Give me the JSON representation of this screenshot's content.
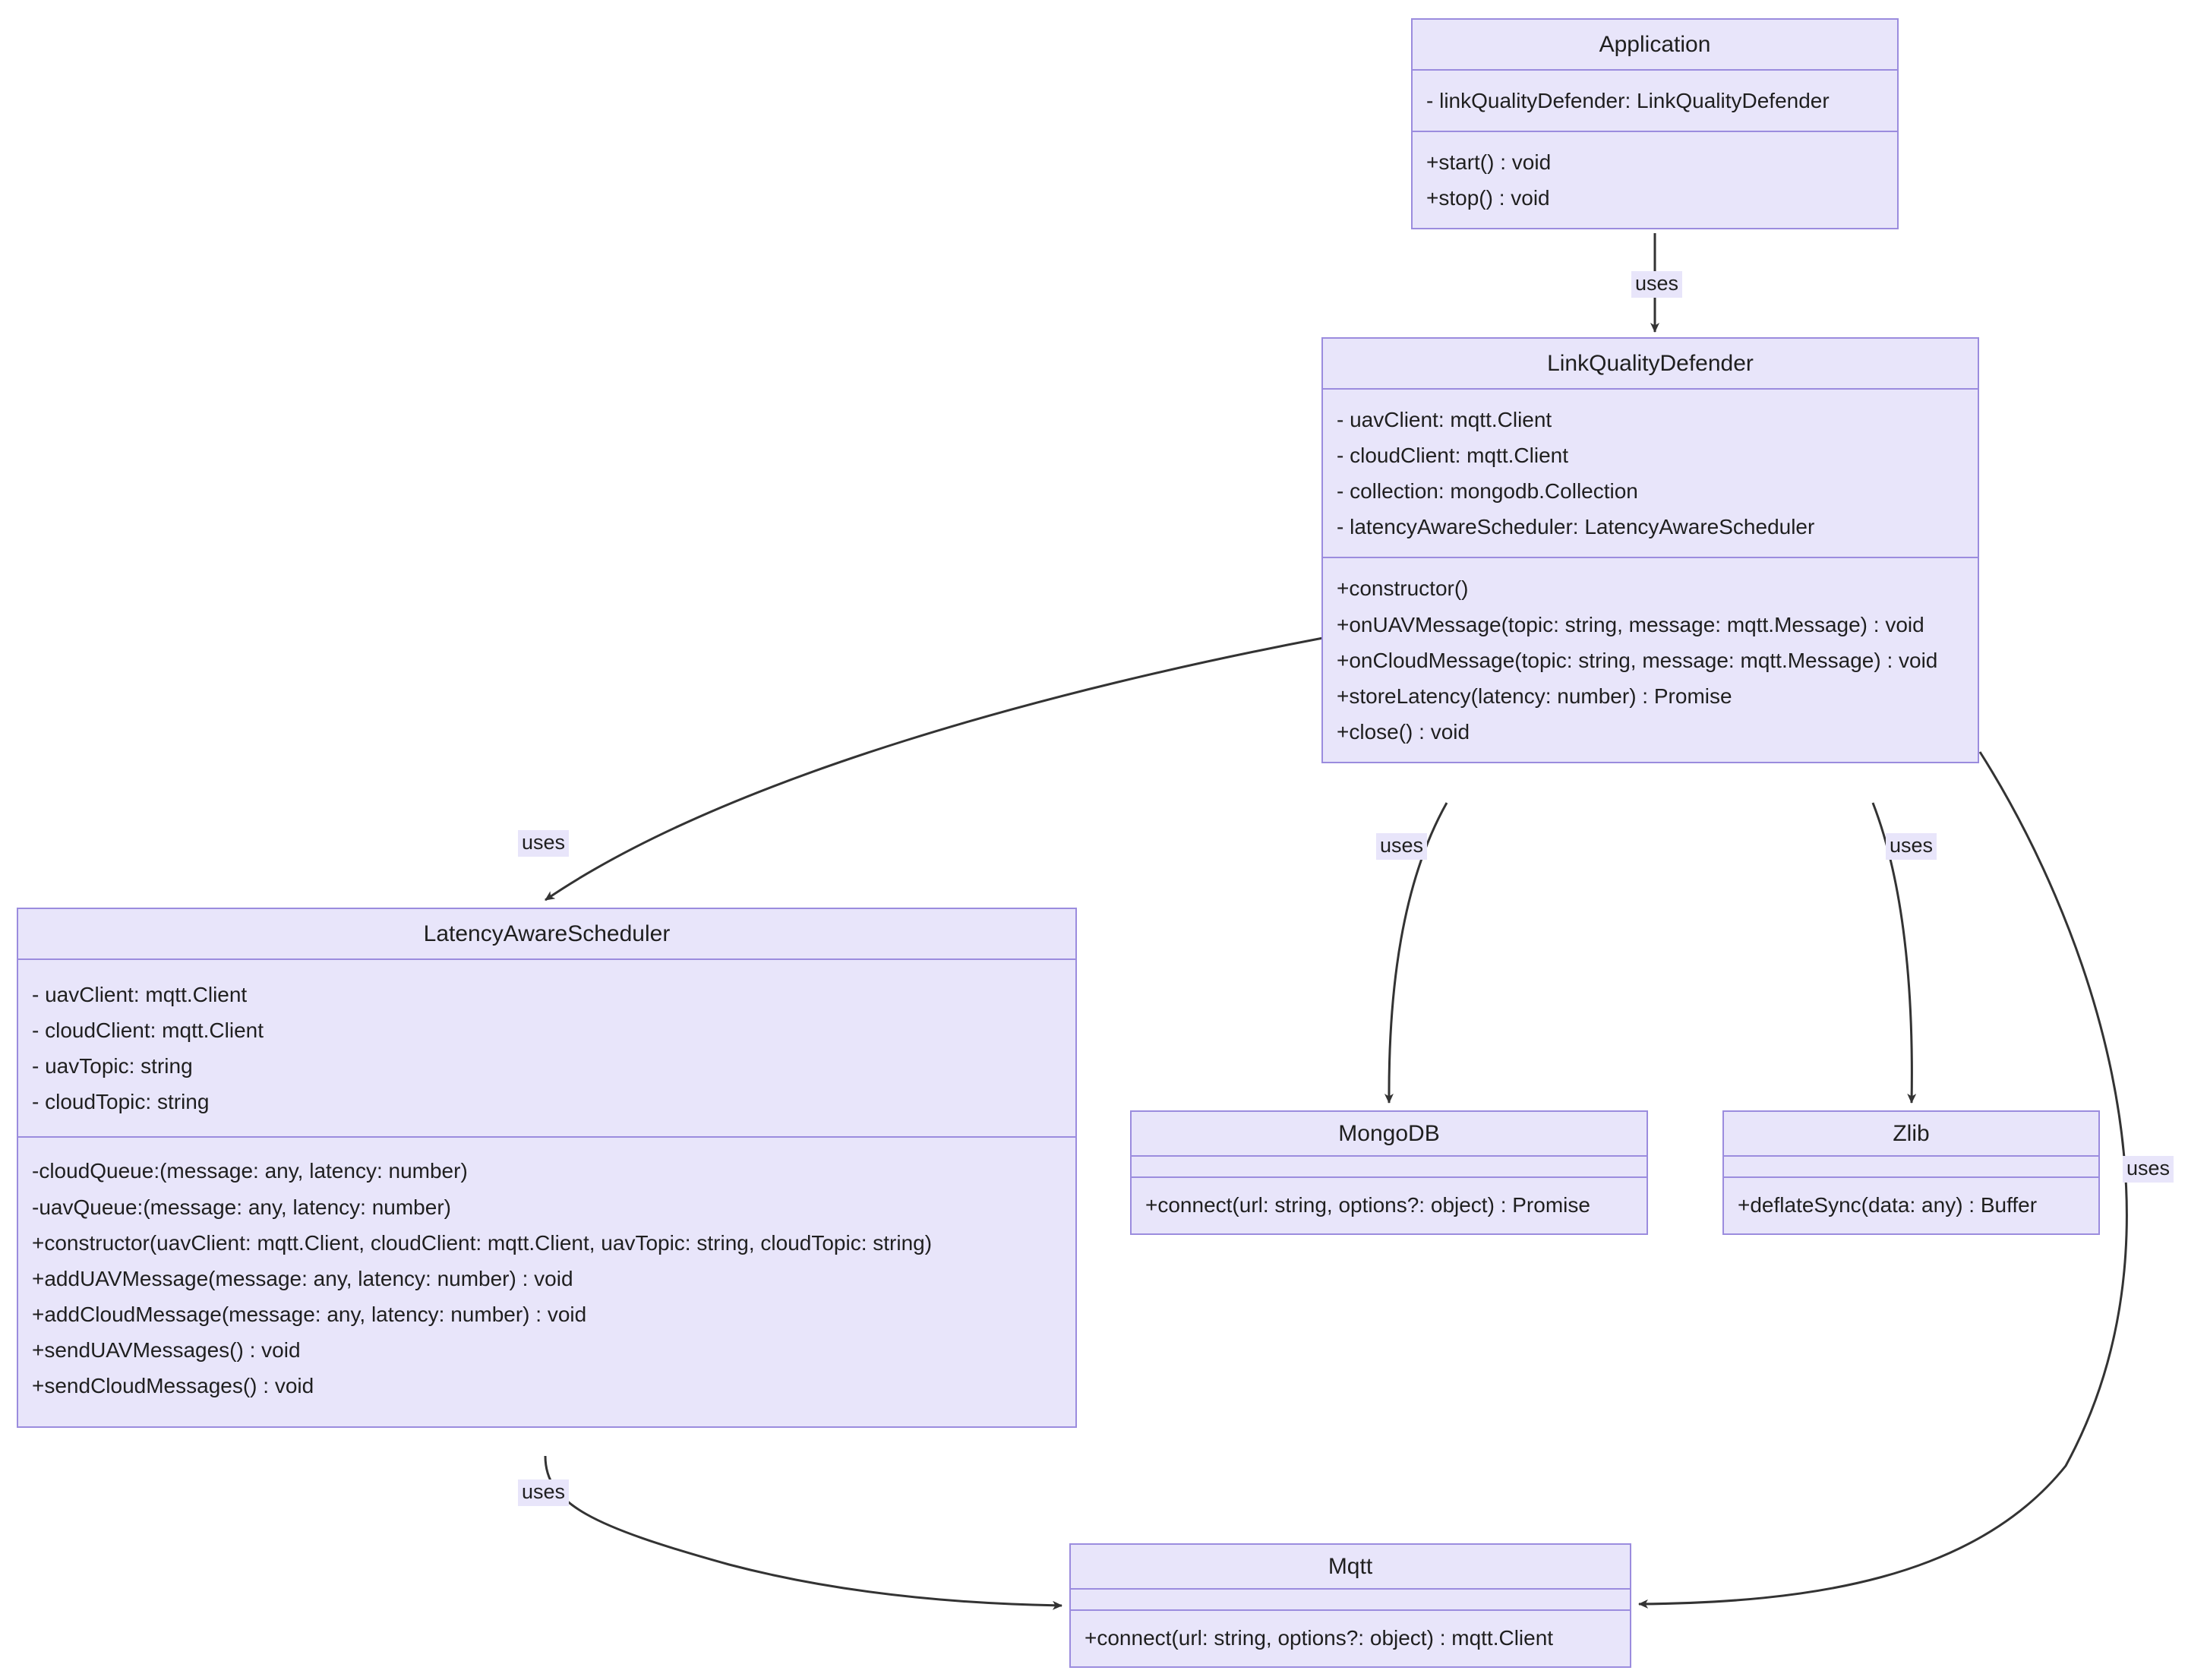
{
  "diagram": {
    "kind": "uml-class-diagram",
    "colors": {
      "box_fill": "#e8e5fa",
      "box_border": "#9b8cde",
      "edge_stroke": "#333333",
      "text": "#1f1f1f",
      "label_background": "#e8e5fa",
      "canvas_background": "#ffffff"
    },
    "classes": [
      {
        "id": "application",
        "name": "Application",
        "attributes": [
          "- linkQualityDefender: LinkQualityDefender"
        ],
        "methods": [
          "+start() : void",
          "+stop() : void"
        ]
      },
      {
        "id": "link-quality-defender",
        "name": "LinkQualityDefender",
        "attributes": [
          "- uavClient: mqtt.Client",
          "- cloudClient: mqtt.Client",
          "- collection: mongodb.Collection",
          "- latencyAwareScheduler: LatencyAwareScheduler"
        ],
        "methods": [
          "+constructor()",
          "+onUAVMessage(topic: string, message: mqtt.Message) : void",
          "+onCloudMessage(topic: string, message: mqtt.Message) : void",
          "+storeLatency(latency: number) : Promise",
          "+close() : void"
        ]
      },
      {
        "id": "latency-aware-scheduler",
        "name": "LatencyAwareScheduler",
        "attributes": [
          "- uavClient: mqtt.Client",
          "- cloudClient: mqtt.Client",
          "- uavTopic: string",
          "- cloudTopic: string"
        ],
        "methods": [
          "-cloudQueue:(message: any, latency: number)",
          "-uavQueue:(message: any, latency: number)",
          "+constructor(uavClient: mqtt.Client, cloudClient: mqtt.Client, uavTopic: string, cloudTopic: string)",
          "+addUAVMessage(message: any, latency: number) : void",
          "+addCloudMessage(message: any, latency: number) : void",
          "+sendUAVMessages() : void",
          "+sendCloudMessages() : void"
        ]
      },
      {
        "id": "mongodb",
        "name": "MongoDB",
        "attributes": [],
        "methods": [
          "+connect(url: string, options?: object) : Promise"
        ]
      },
      {
        "id": "zlib",
        "name": "Zlib",
        "attributes": [],
        "methods": [
          "+deflateSync(data: any) : Buffer"
        ]
      },
      {
        "id": "mqtt",
        "name": "Mqtt",
        "attributes": [],
        "methods": [
          "+connect(url: string, options?: object) : mqtt.Client"
        ]
      }
    ],
    "relationships": [
      {
        "id": "app-to-lqd",
        "from": "Application",
        "to": "LinkQualityDefender",
        "label": "uses"
      },
      {
        "id": "lqd-to-las",
        "from": "LinkQualityDefender",
        "to": "LatencyAwareScheduler",
        "label": "uses"
      },
      {
        "id": "lqd-to-mongodb",
        "from": "LinkQualityDefender",
        "to": "MongoDB",
        "label": "uses"
      },
      {
        "id": "lqd-to-zlib",
        "from": "LinkQualityDefender",
        "to": "Zlib",
        "label": "uses"
      },
      {
        "id": "lqd-to-mqtt",
        "from": "LinkQualityDefender",
        "to": "Mqtt",
        "label": "uses"
      },
      {
        "id": "las-to-mqtt",
        "from": "LatencyAwareScheduler",
        "to": "Mqtt",
        "label": "uses"
      }
    ]
  }
}
